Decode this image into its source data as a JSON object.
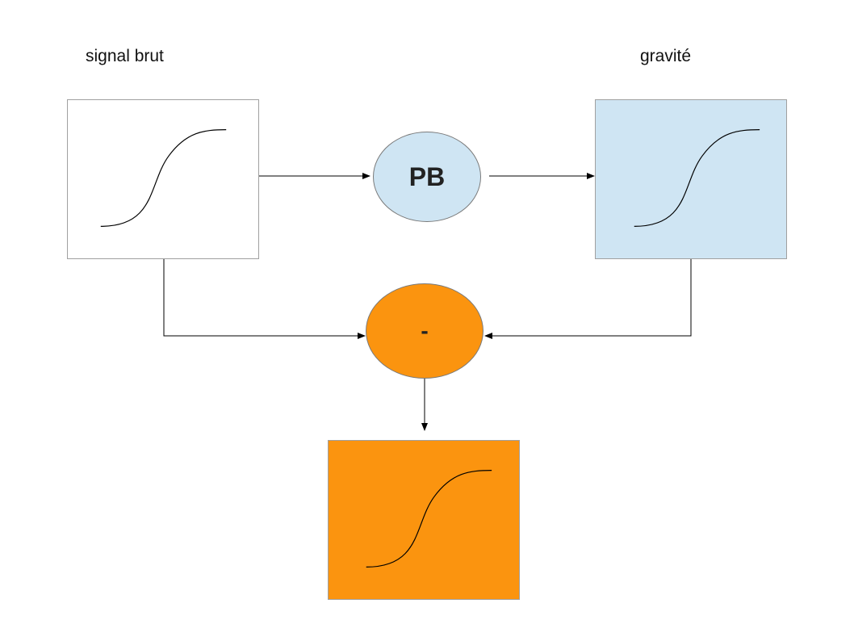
{
  "labels": {
    "raw_signal": "signal brut",
    "gravity": "gravité"
  },
  "nodes": {
    "lowpass": "PB",
    "subtract": "-"
  },
  "colors": {
    "raw_box_fill": "#ffffff",
    "gravity_box_fill": "#cfe5f3",
    "result_fill": "#fb940f",
    "edge": "#000000",
    "border": "#a0a0a0"
  },
  "icons": {
    "curve": "sigmoid-curve-icon"
  }
}
